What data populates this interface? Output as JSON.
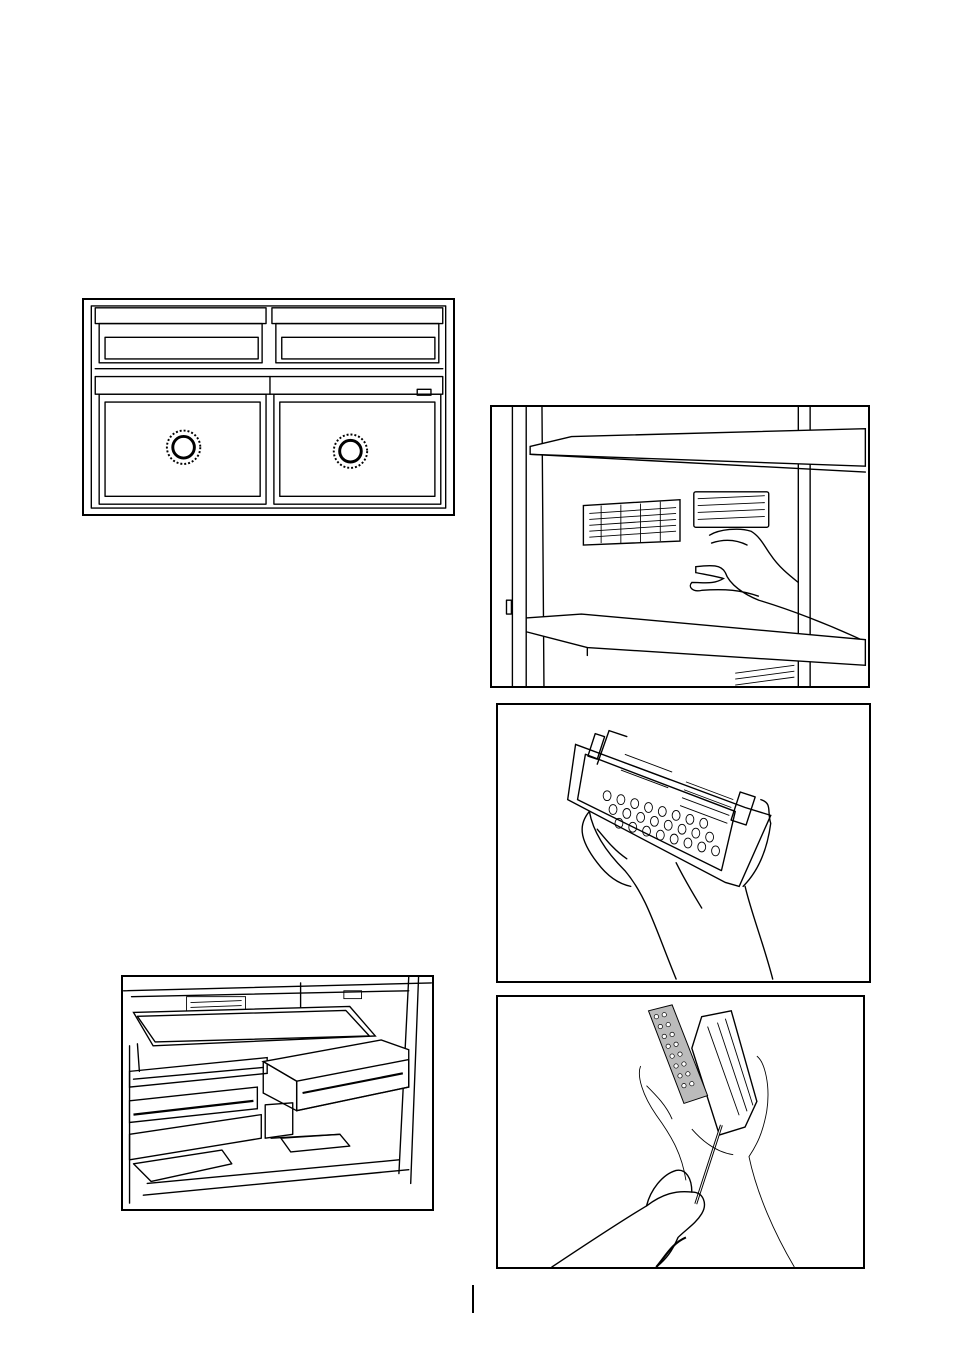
{
  "page": {
    "figures": [
      {
        "id": "drawers-front-view",
        "icon": "freezer-drawers-with-ice-makers-icon"
      },
      {
        "id": "vent-removal",
        "icon": "hand-removing-vent-cover-icon"
      },
      {
        "id": "filter-cartridge",
        "icon": "hand-holding-filter-cartridge-icon"
      },
      {
        "id": "crisper-drawer",
        "icon": "open-crisper-drawer-icon"
      },
      {
        "id": "filter-replacement",
        "icon": "hands-removing-filter-insert-icon"
      }
    ]
  }
}
